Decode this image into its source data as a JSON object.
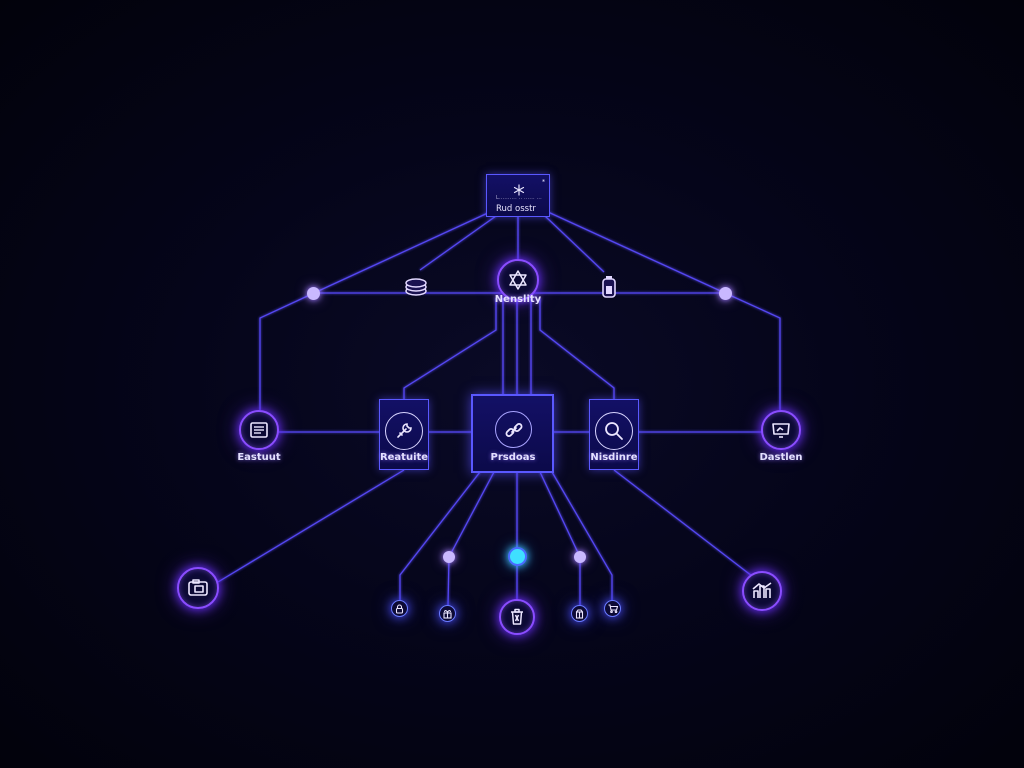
{
  "colors": {
    "background": "#03030f",
    "wire": "#5a4cff",
    "glow": "#8a4dff",
    "box_fill": "#131066",
    "accent_cyan": "#3fe0ff"
  },
  "top_node": {
    "small_text": "L.......... .. ...... ...",
    "title": "Rud osstr",
    "icon": "snowflake-icon"
  },
  "hub_node": {
    "label": "Nenslity",
    "icon": "network-icon"
  },
  "side_icons": {
    "left": "coins-icon",
    "right": "battery-icon"
  },
  "middle_nodes": [
    {
      "id": "left-far",
      "label": "Eastuut",
      "icon": "document-icon"
    },
    {
      "id": "left",
      "label": "Reatuite",
      "icon": "wrench-icon"
    },
    {
      "id": "center",
      "label": "Prsdoas",
      "icon": "link-icon"
    },
    {
      "id": "right",
      "label": "Nisdinre",
      "icon": "magnifier-icon"
    },
    {
      "id": "right-far",
      "label": "Dastlen",
      "icon": "monitor-icon"
    }
  ],
  "bottom_nodes": {
    "left": {
      "icon": "photo-icon"
    },
    "right": {
      "icon": "chart-icon"
    },
    "center": {
      "icon": "trash-icon"
    },
    "small": [
      "lock-icon",
      "gift-icon",
      "box-icon",
      "cart-icon"
    ]
  }
}
